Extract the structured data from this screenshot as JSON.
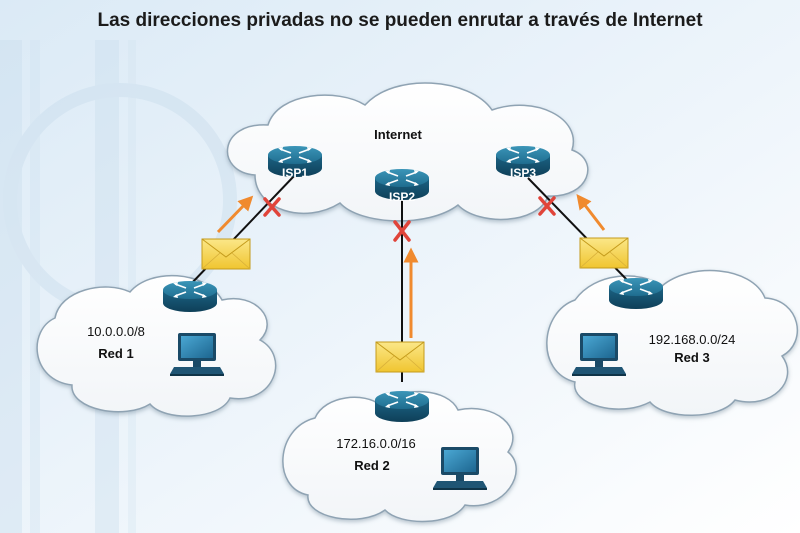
{
  "title": "Las direcciones privadas no se pueden enrutar a través de Internet",
  "internet_label": "Internet",
  "isps": [
    {
      "label": "ISP1"
    },
    {
      "label": "ISP2"
    },
    {
      "label": "ISP3"
    }
  ],
  "networks": [
    {
      "address": "10.0.0.0/8",
      "name": "Red 1"
    },
    {
      "address": "172.16.0.0/16",
      "name": "Red 2"
    },
    {
      "address": "192.168.0.0/24",
      "name": "Red 3"
    }
  ],
  "colors": {
    "blocked_mark": "#e0443a",
    "arrow": "#f08a2e",
    "envelope": "#f6d74a",
    "router": "#1f6d8f"
  }
}
